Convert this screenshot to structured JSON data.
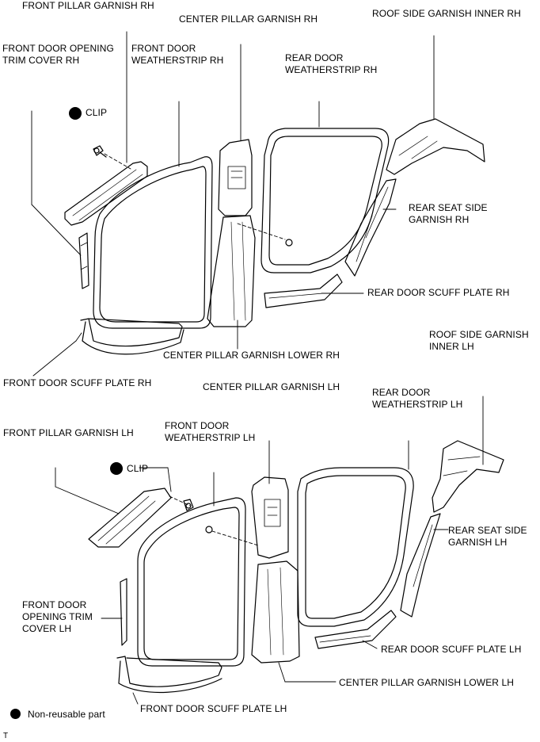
{
  "labels": {
    "front_pillar_rh": "FRONT PILLAR GARNISH RH",
    "center_pillar_rh": "CENTER PILLAR GARNISH RH",
    "roof_side_inner_rh": "ROOF SIDE GARNISH INNER RH",
    "front_door_opening_trim_rh": [
      "FRONT DOOR OPENING",
      "TRIM COVER RH"
    ],
    "front_door_weatherstrip_rh": [
      "FRONT DOOR",
      "WEATHERSTRIP RH"
    ],
    "rear_door_weatherstrip_rh": [
      "REAR DOOR",
      "WEATHERSTRIP RH"
    ],
    "clip_top": "CLIP",
    "rear_seat_side_rh": [
      "REAR SEAT SIDE",
      "GARNISH RH"
    ],
    "rear_door_scuff_rh": "REAR DOOR SCUFF PLATE RH",
    "roof_side_inner_lh": [
      "ROOF SIDE GARNISH",
      "INNER LH"
    ],
    "center_pillar_lower_rh": "CENTER PILLAR GARNISH LOWER RH",
    "front_door_scuff_rh": "FRONT DOOR SCUFF PLATE RH",
    "center_pillar_lh": "CENTER PILLAR GARNISH LH",
    "rear_door_weatherstrip_lh": [
      "REAR DOOR",
      "WEATHERSTRIP LH"
    ],
    "front_door_weatherstrip_lh": [
      "FRONT DOOR",
      "WEATHERSTRIP LH"
    ],
    "front_pillar_lh": "FRONT PILLAR GARNISH LH",
    "clip_bottom": "CLIP",
    "rear_seat_side_lh": [
      "REAR SEAT SIDE",
      "GARNISH LH"
    ],
    "front_door_opening_trim_lh": [
      "FRONT DOOR",
      "OPENING TRIM",
      "COVER LH"
    ],
    "rear_door_scuff_lh": "REAR DOOR SCUFF PLATE LH",
    "center_pillar_lower_lh": "CENTER PILLAR GARNISH LOWER LH",
    "front_door_scuff_lh": "FRONT DOOR SCUFF PLATE LH",
    "legend_nonreusable": "Non-reusable part",
    "corner_mark": "T"
  },
  "colors": {
    "ink": "#000000",
    "paper": "#ffffff",
    "fill": "#ffffff"
  },
  "icons": {
    "non_reusable_marker": "filled-circle",
    "clip": "clip-icon"
  }
}
